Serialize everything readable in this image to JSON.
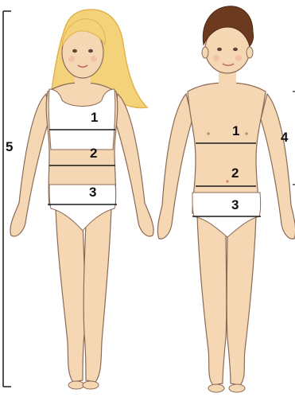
{
  "colors": {
    "skin": "#f6d7b4",
    "skin_shadow": "#e8b98f",
    "outline": "#8a6a55",
    "girl_hair": "#f3d27a",
    "girl_hair_shade": "#e2b24f",
    "boy_hair": "#6b3a1f",
    "underwear": "#ffffff",
    "line": "#1a1a1a",
    "label": "#111111"
  },
  "icons": {
    "girl": "girl-figure-icon",
    "boy": "boy-figure-icon"
  },
  "labels": {
    "girl_chest": "1",
    "girl_waist": "2",
    "girl_hips": "3",
    "girl_height": "5",
    "boy_chest": "1",
    "boy_waist": "2",
    "boy_hips": "3",
    "boy_side": "4"
  }
}
